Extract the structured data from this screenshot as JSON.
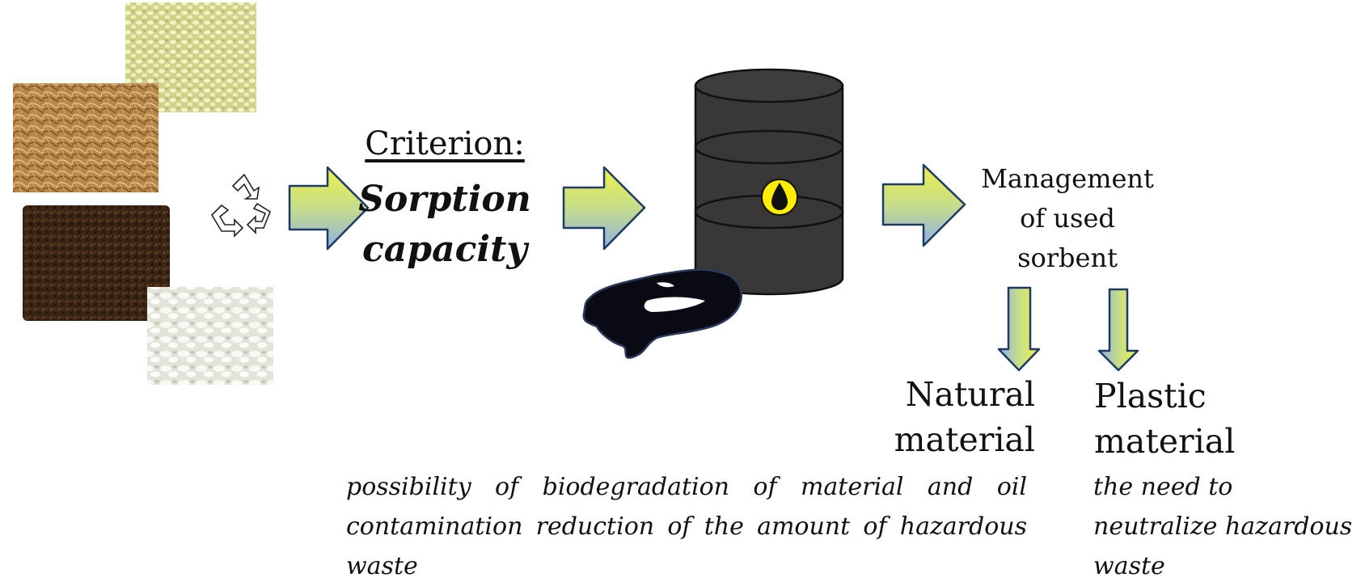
{
  "diagram": {
    "criterion_label": "Criterion:",
    "criterion_value": "Sorption capacity",
    "management_label": "Management of used sorbent",
    "outcomes": {
      "natural": {
        "label": "Natural material",
        "note": "possibility of biodegradation of material and oil contamination reduction of the amount of hazardous waste"
      },
      "plastic": {
        "label": "Plastic material",
        "note": "the need to neutralize hazardous waste"
      }
    },
    "icons": [
      "recycle-icon",
      "oil-barrel-icon",
      "oil-drop-icon",
      "oil-spill-icon",
      "arrow-right-icon",
      "arrow-down-icon"
    ],
    "colors": {
      "arrow_top": "#eaee4a",
      "arrow_bottom": "#8fb2e0",
      "arrow_stroke": "#1f3a66",
      "barrel": "#3a3836",
      "drop_circle": "#ffee00",
      "spill": "#0a0a14"
    }
  }
}
